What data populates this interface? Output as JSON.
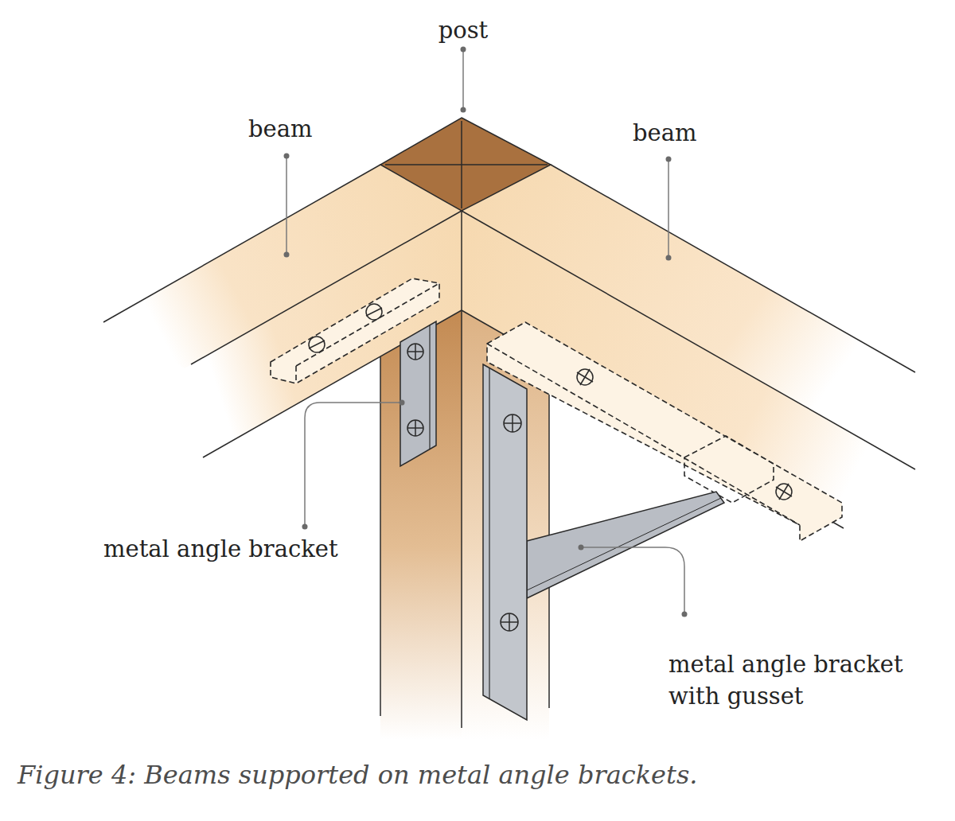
{
  "diagram": {
    "caption": "Figure 4: Beams supported on metal angle brackets.",
    "labels": [
      "post",
      "beam",
      "beam",
      "metal angle bracket",
      "metal angle bracket with gusset"
    ]
  }
}
